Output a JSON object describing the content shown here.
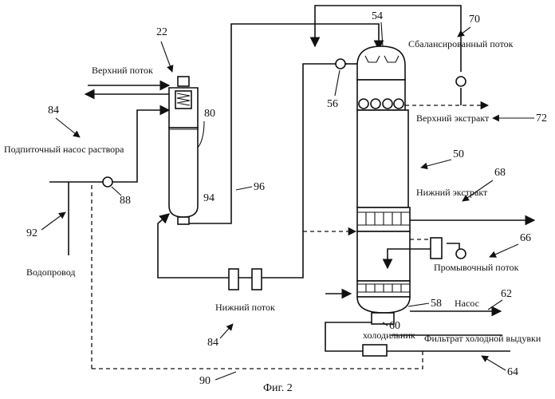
{
  "figure": {
    "caption": "Фиг. 2",
    "labels": {
      "upper_stream": "Верхний поток",
      "makeup_pump": "Подпиточный насос раствора",
      "water_supply": "Водопровод",
      "lower_stream": "Нижний поток",
      "balanced_stream": "Сбалансированный поток",
      "upper_extract": "Верхний экстракт",
      "lower_extract": "Нижний экстракт",
      "wash_stream": "Промывочный поток",
      "pump": "Насос",
      "cooler": "холодильник",
      "cold_blow_filtrate": "Фильтрат холодной выдувки"
    },
    "refs": {
      "r22": "22",
      "r84a": "84",
      "r80": "80",
      "r88": "88",
      "r92": "92",
      "r94": "94",
      "r96": "96",
      "r84b": "84",
      "r90": "90",
      "r54": "54",
      "r70": "70",
      "r56": "56",
      "r72": "72",
      "r50": "50",
      "r68": "68",
      "r66": "66",
      "r58": "58",
      "r62": "62",
      "r60": "60",
      "r64": "64"
    }
  }
}
